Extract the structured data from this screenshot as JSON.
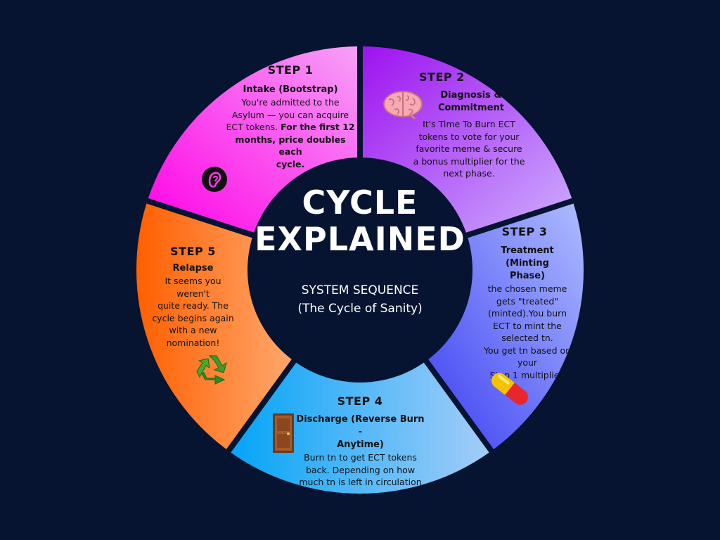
{
  "center": {
    "title_line1": "CYCLE",
    "title_line2": "EXPLAINED",
    "subtitle_line1": "SYSTEM SEQUENCE",
    "subtitle_line2": "(The Cycle of Sanity)"
  },
  "steps": [
    {
      "label": "STEP 1",
      "title": "Intake (Bootstrap)",
      "body_lines": [
        "You're admitted to the",
        "Asylum — you can acquire",
        "ECT tokens."
      ],
      "bold_lines": [
        "For the first 12",
        "months, price doubles each",
        "cycle."
      ],
      "icon": "ear-icon",
      "color_start": "#ff00e6",
      "color_end": "#f79bf7"
    },
    {
      "label": "STEP 2",
      "title": "Diagnosis &",
      "title_line2": "Commitment",
      "body_lines": [
        "It's Time To Burn ECT",
        "tokens to vote for your",
        "favorite meme & secure",
        "a bonus multiplier for the",
        "next phase."
      ],
      "icon": "brain-icon",
      "color_start": "#a41cf2",
      "color_end": "#c8a3ff"
    },
    {
      "label": "STEP 3",
      "title": "Treatment (Minting",
      "title_line2": "Phase)",
      "body_lines": [
        "the chosen meme",
        "gets \"treated\"",
        "(minted).You burn",
        "ECT to mint the",
        "selected tn.",
        "You get tn based on",
        "your",
        "Step 1 multiplier."
      ],
      "icon": "pill-icon",
      "color_start": "#3b3df0",
      "color_end": "#a7b9ff"
    },
    {
      "label": "STEP 4",
      "title": "Discharge (Reverse Burn -",
      "title_line2": "Anytime)",
      "body_lines": [
        "Burn tn to get ECT tokens",
        "back. Depending on how",
        "much tn is left in circulation"
      ],
      "icon": "door-icon",
      "color_start": "#06aaf7",
      "color_end": "#92c7f7"
    },
    {
      "label": "STEP 5",
      "title": "Relapse",
      "body_lines": [
        "It seems you weren't",
        "quite ready. The",
        "cycle begins again",
        "with a new",
        "nomination!"
      ],
      "icon": "recycle-icon",
      "color_start": "#ff6a00",
      "color_end": "#ffa76a"
    }
  ],
  "colors": {
    "background": "#071431",
    "center_circle": "#071431"
  }
}
